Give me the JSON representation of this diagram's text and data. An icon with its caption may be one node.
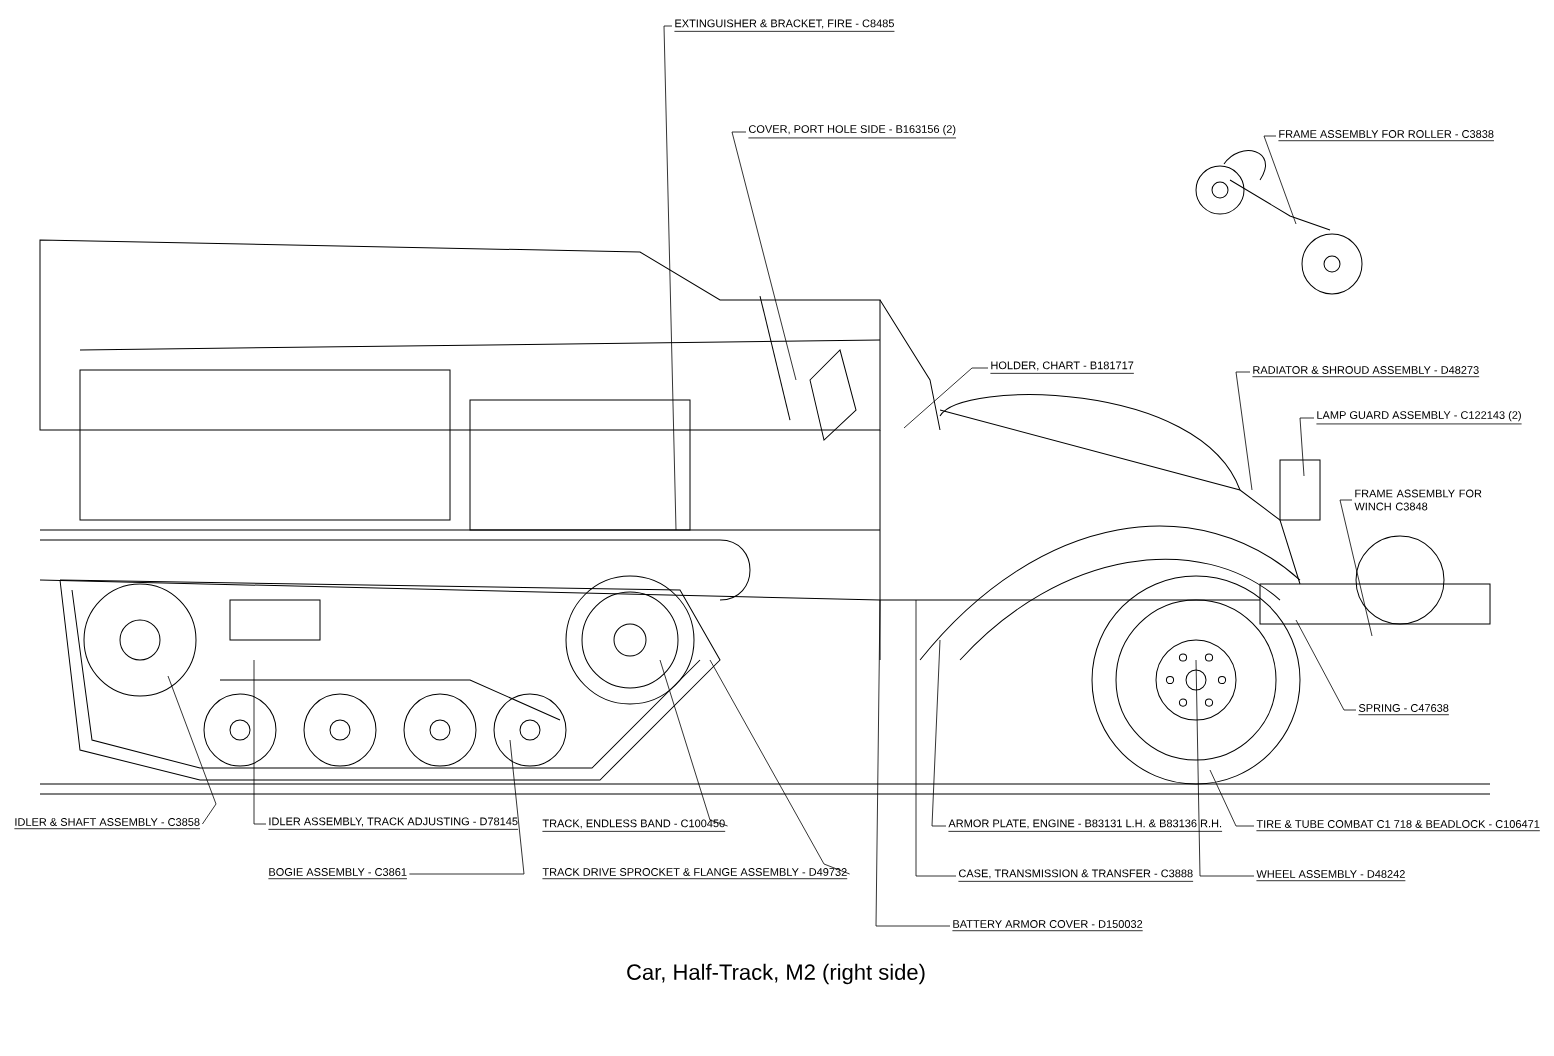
{
  "diagram": {
    "caption": "Car, Half-Track, M2 (right side)",
    "nodes": [
      {
        "text": [
          "EXTINGUISHER & BRACKET, FIRE - C8485"
        ]
      },
      {
        "text": [
          "COVER, PORT HOLE SIDE - B163156 (2)"
        ]
      },
      {
        "text": [
          "FRAME ASSEMBLY FOR ROLLER - C3838"
        ]
      },
      {
        "text": [
          "HOLDER, CHART - B181717"
        ]
      },
      {
        "text": [
          "RADIATOR & SHROUD ASSEMBLY - D48273"
        ]
      },
      {
        "text": [
          "LAMP GUARD ASSEMBLY - C122143 (2)"
        ]
      },
      {
        "text": [
          "FRAME ASSEMBLY FOR WINCH C3848"
        ]
      },
      {
        "text": [
          "SPRING - C47638"
        ]
      },
      {
        "text": [
          "IDLER & SHAFT ASSEMBLY - C3858"
        ]
      },
      {
        "text": [
          "IDLER ASSEMBLY, TRACK ADJUSTING - D78145"
        ]
      },
      {
        "text": [
          "BOGIE ASSEMBLY - C3861"
        ]
      },
      {
        "text": [
          "TRACK, ENDLESS BAND - C100450"
        ]
      },
      {
        "text": [
          "TRACK DRIVE SPROCKET & FLANGE ASSEMBLY - D49732"
        ]
      },
      {
        "text": [
          "ARMOR PLATE, ENGINE - B83131 L.H. & B83136 R.H."
        ]
      },
      {
        "text": [
          "CASE, TRANSMISSION & TRANSFER - C3888"
        ]
      },
      {
        "text": [
          "BATTERY ARMOR COVER - D150032"
        ]
      },
      {
        "text": [
          "TIRE & TUBE COMBAT C1 718 & BEADLOCK - C106471"
        ]
      },
      {
        "text": [
          "WHEEL ASSEMBLY - D48242"
        ]
      }
    ],
    "edges": [
      {
        "from": 0,
        "to": null,
        "arrow": "none"
      },
      {
        "from": 1,
        "to": null,
        "arrow": "none"
      },
      {
        "from": 2,
        "to": null,
        "arrow": "none"
      },
      {
        "from": 3,
        "to": null,
        "arrow": "none"
      },
      {
        "from": 4,
        "to": null,
        "arrow": "none"
      },
      {
        "from": 5,
        "to": null,
        "arrow": "none"
      },
      {
        "from": 6,
        "to": null,
        "arrow": "none"
      },
      {
        "from": 7,
        "to": null,
        "arrow": "none"
      },
      {
        "from": 8,
        "to": null,
        "arrow": "none"
      },
      {
        "from": 9,
        "to": null,
        "arrow": "none"
      },
      {
        "from": 10,
        "to": null,
        "arrow": "none"
      },
      {
        "from": 11,
        "to": null,
        "arrow": "none"
      },
      {
        "from": 12,
        "to": null,
        "arrow": "none"
      },
      {
        "from": 13,
        "to": null,
        "arrow": "none"
      },
      {
        "from": 14,
        "to": null,
        "arrow": "none"
      },
      {
        "from": 15,
        "to": null,
        "arrow": "none"
      },
      {
        "from": 16,
        "to": null,
        "arrow": "none"
      },
      {
        "from": 17,
        "to": null,
        "arrow": "none"
      }
    ]
  }
}
